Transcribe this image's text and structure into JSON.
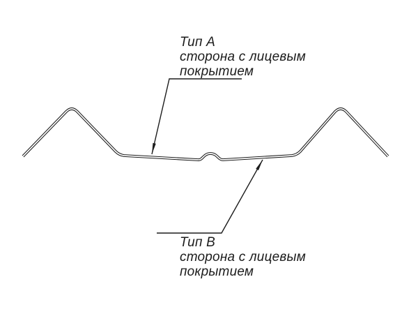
{
  "labels": {
    "a": {
      "title": "Тип А",
      "line1": "сторона с лицевым",
      "line2": "покрытием"
    },
    "b": {
      "title": "Тип В",
      "line1": "сторона с лицевым",
      "line2": "покрытием"
    }
  },
  "colors": {
    "line": "#1c1c1c",
    "background": "#ffffff"
  }
}
